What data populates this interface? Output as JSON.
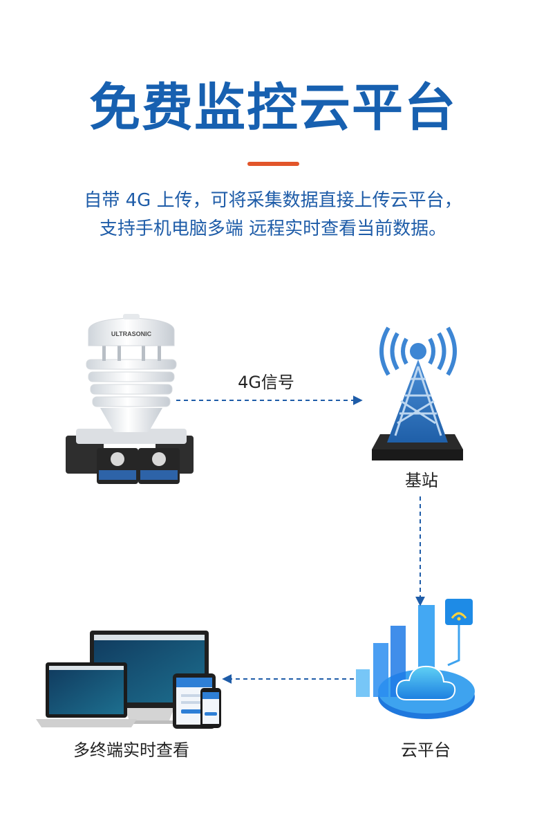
{
  "header": {
    "title": "免费监控云平台",
    "subtitle_line1": "自带 4G 上传，可将采集数据直接上传云平台，",
    "subtitle_line2": "支持手机电脑多端 远程实时查看当前数据。"
  },
  "diagram": {
    "signal_label": "4G信号",
    "station_label": "基站",
    "cloud_label": "云平台",
    "terminal_label": "多终端实时查看",
    "device_brand": "ULTRASONIC"
  },
  "colors": {
    "title": "#1760b0",
    "accent": "#e2552a",
    "arrow": "#1e5ca8"
  }
}
